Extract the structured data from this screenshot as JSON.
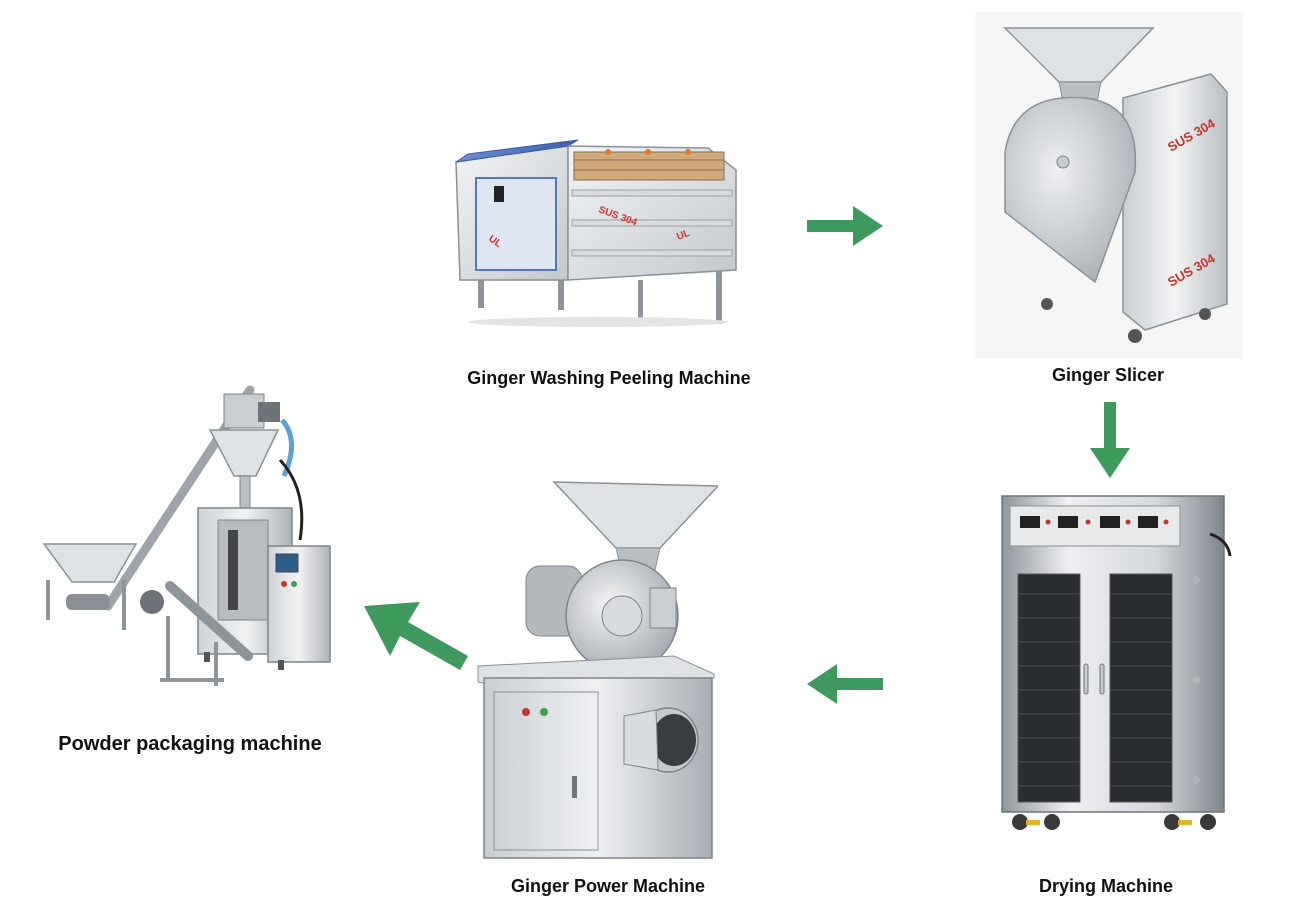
{
  "colors": {
    "arrow": "#3e9a5c",
    "steel_light": "#e8eaec",
    "steel_mid": "#b9bec3",
    "steel_dark": "#7d848b",
    "text": "#111111",
    "sticker_red": "#c8342c",
    "panel_blue": "#4a6fb8"
  },
  "steps": [
    {
      "id": "washing",
      "label": "Ginger Washing Peeling Machine",
      "sticker_text": "SUS 304"
    },
    {
      "id": "slicer",
      "label": "Ginger Slicer",
      "sticker_text": "SUS 304"
    },
    {
      "id": "drying",
      "label": "Drying Machine"
    },
    {
      "id": "grinder",
      "label": "Ginger Power Machine"
    },
    {
      "id": "packaging",
      "label": "Powder packaging machine"
    }
  ],
  "flow": [
    {
      "from": "washing",
      "to": "slicer",
      "direction": "right"
    },
    {
      "from": "slicer",
      "to": "drying",
      "direction": "down"
    },
    {
      "from": "drying",
      "to": "grinder",
      "direction": "left"
    },
    {
      "from": "grinder",
      "to": "packaging",
      "direction": "up-left"
    }
  ]
}
